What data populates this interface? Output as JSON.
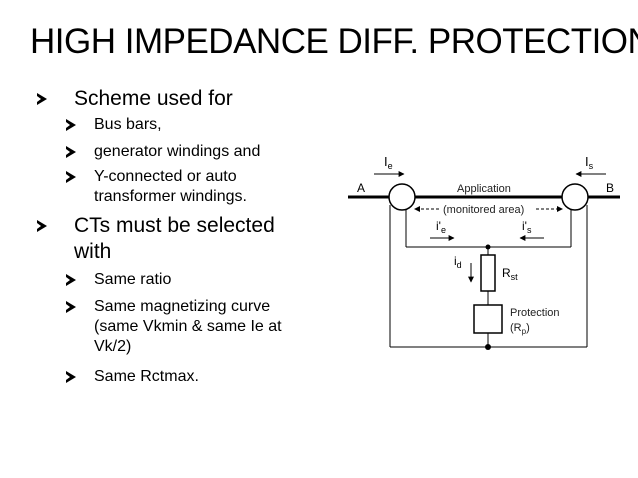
{
  "slide": {
    "title": "HIGH IMPEDANCE DIFF. PROTECTION",
    "bullets": [
      {
        "text": "Scheme used for"
      },
      {
        "text": "Bus bars,"
      },
      {
        "text": "generator windings and"
      },
      {
        "text": "Y-connected or auto",
        "text2": "transformer windings."
      },
      {
        "text": "CTs must be selected",
        "text2": "with"
      },
      {
        "text": "Same ratio"
      },
      {
        "text": "Same magnetizing curve",
        "text2": "(same Vkmin & same Ie at",
        "text3": "Vk/2)"
      },
      {
        "text": "Same Rctmax."
      }
    ]
  },
  "diagram": {
    "bus_left": "A",
    "bus_right": "B",
    "ie_main": "I",
    "ie_sub": "e",
    "is_main": "I",
    "is_sub": "s",
    "application": "Application",
    "monitored": "(monitored area)",
    "ie2_main": "i'",
    "ie2_sub": "e",
    "is2_main": "i'",
    "is2_sub": "s",
    "id_main": "i",
    "id_sub": "d",
    "rst_main": "R",
    "rst_sub": "st",
    "protection": "Protection",
    "rp_open": "(R",
    "rp_sub": "p",
    "rp_close": ")"
  }
}
